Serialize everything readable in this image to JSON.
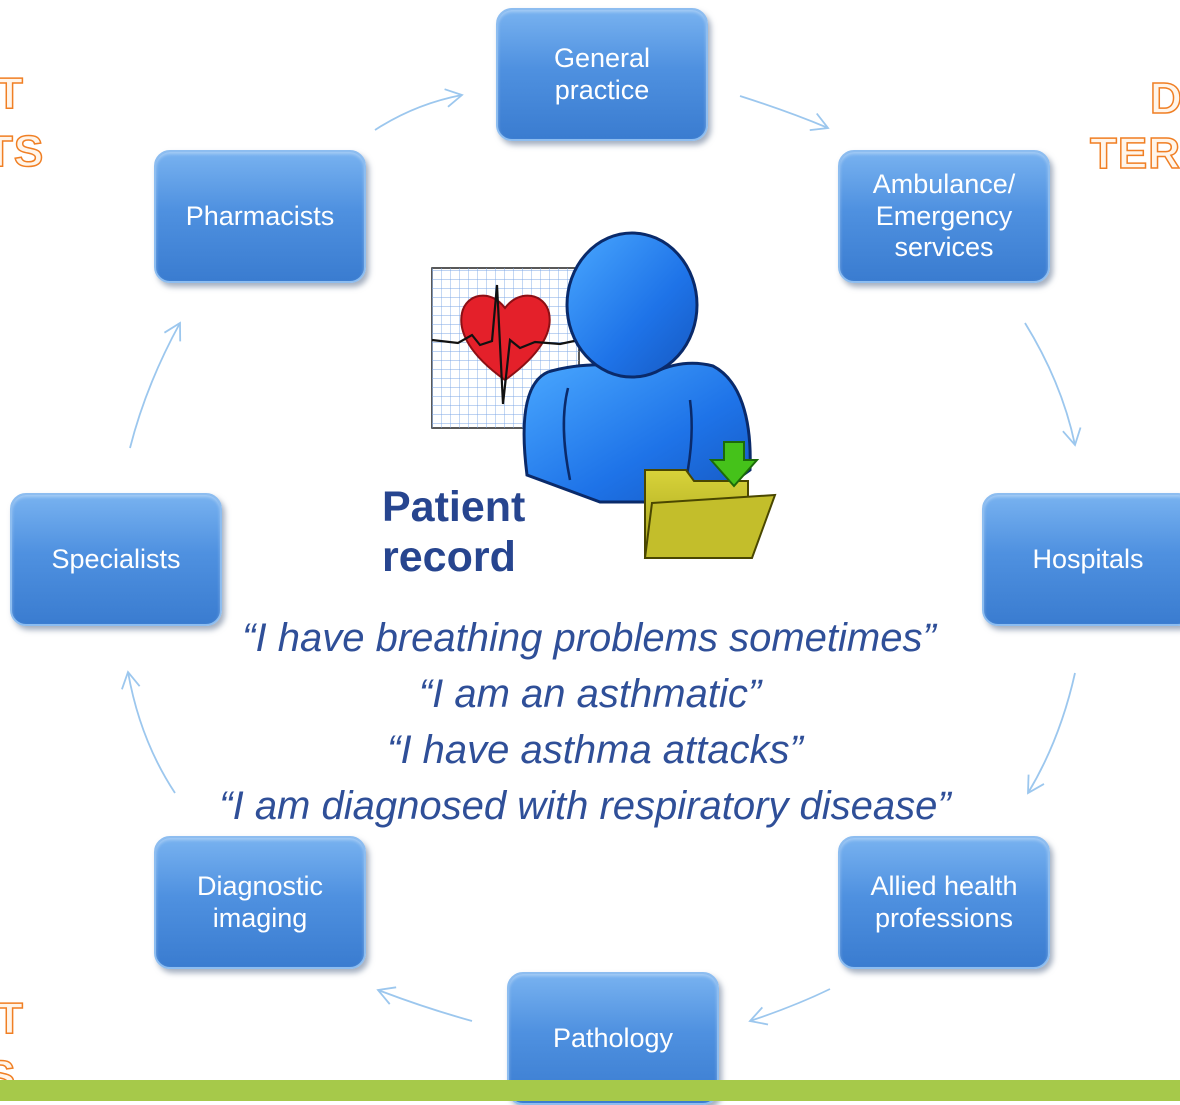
{
  "nodes": [
    {
      "id": "general-practice",
      "label": "General\npractice"
    },
    {
      "id": "ambulance",
      "label": "Ambulance/\nEmergency\nservices"
    },
    {
      "id": "hospitals",
      "label": "Hospitals"
    },
    {
      "id": "allied-health",
      "label": "Allied health\nprofessions"
    },
    {
      "id": "pathology",
      "label": "Pathology"
    },
    {
      "id": "diagnostic-imaging",
      "label": "Diagnostic\nimaging"
    },
    {
      "id": "specialists",
      "label": "Specialists"
    },
    {
      "id": "pharmacists",
      "label": "Pharmacists"
    }
  ],
  "center": {
    "label_line1": "Patient",
    "label_line2": "record"
  },
  "quotes": [
    "“I have breathing problems sometimes”",
    "“I am an asthmatic”",
    "“I have asthma attacks”",
    "“I am diagnosed with respiratory disease”"
  ],
  "side_text": {
    "top_left_1": "T",
    "top_left_2": "TS",
    "top_right_1": "D",
    "top_right_2": "TER",
    "bottom_left_1": "T",
    "bottom_left_2": "S"
  },
  "colors": {
    "node_fill": "#4f91e0",
    "arrow": "#9cc7ee",
    "label_text": "#27458f",
    "quote_text": "#2f4f98",
    "side_text": "#f07f24",
    "bottom_bar": "#a6c94a"
  }
}
